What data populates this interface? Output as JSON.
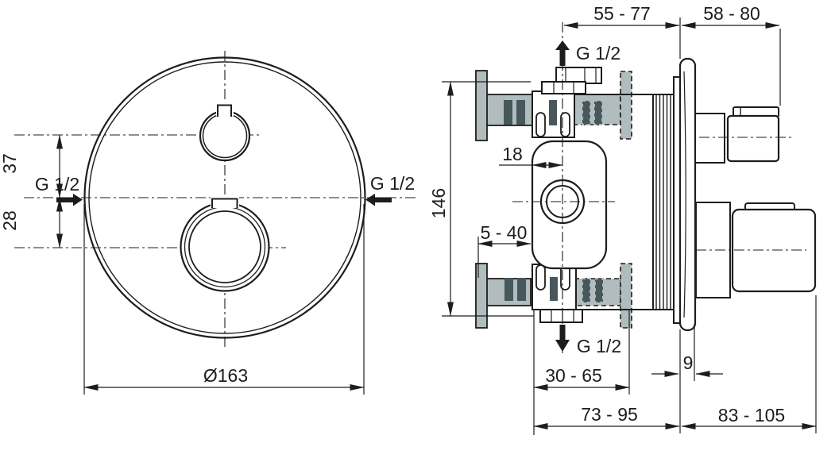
{
  "drawing": {
    "front_view": {
      "diameter_label": "Ø163",
      "upper_offset_label": "37",
      "lower_offset_label": "28",
      "left_inlet_label": "G 1/2",
      "right_inlet_label": "G 1/2"
    },
    "side_view": {
      "depth_to_wall_label": "55 - 77",
      "wall_to_handle_label": "58 - 80",
      "top_outlet_label": "G 1/2",
      "bottom_outlet_label": "G 1/2",
      "body_height_label": "146",
      "center_offset_label": "18",
      "plaster_depth_label": "5 - 40",
      "rough_in_depth_label": "30 - 65",
      "faceplate_thickness_label": "9",
      "wall_total_depth_label": "73 - 95",
      "handle_projection_label": "83 - 105"
    },
    "colors": {
      "line": "#1d1d1b",
      "wall_gray": "#b0bcbe",
      "slot_dark": "#47585d",
      "background": "#ffffff"
    }
  }
}
